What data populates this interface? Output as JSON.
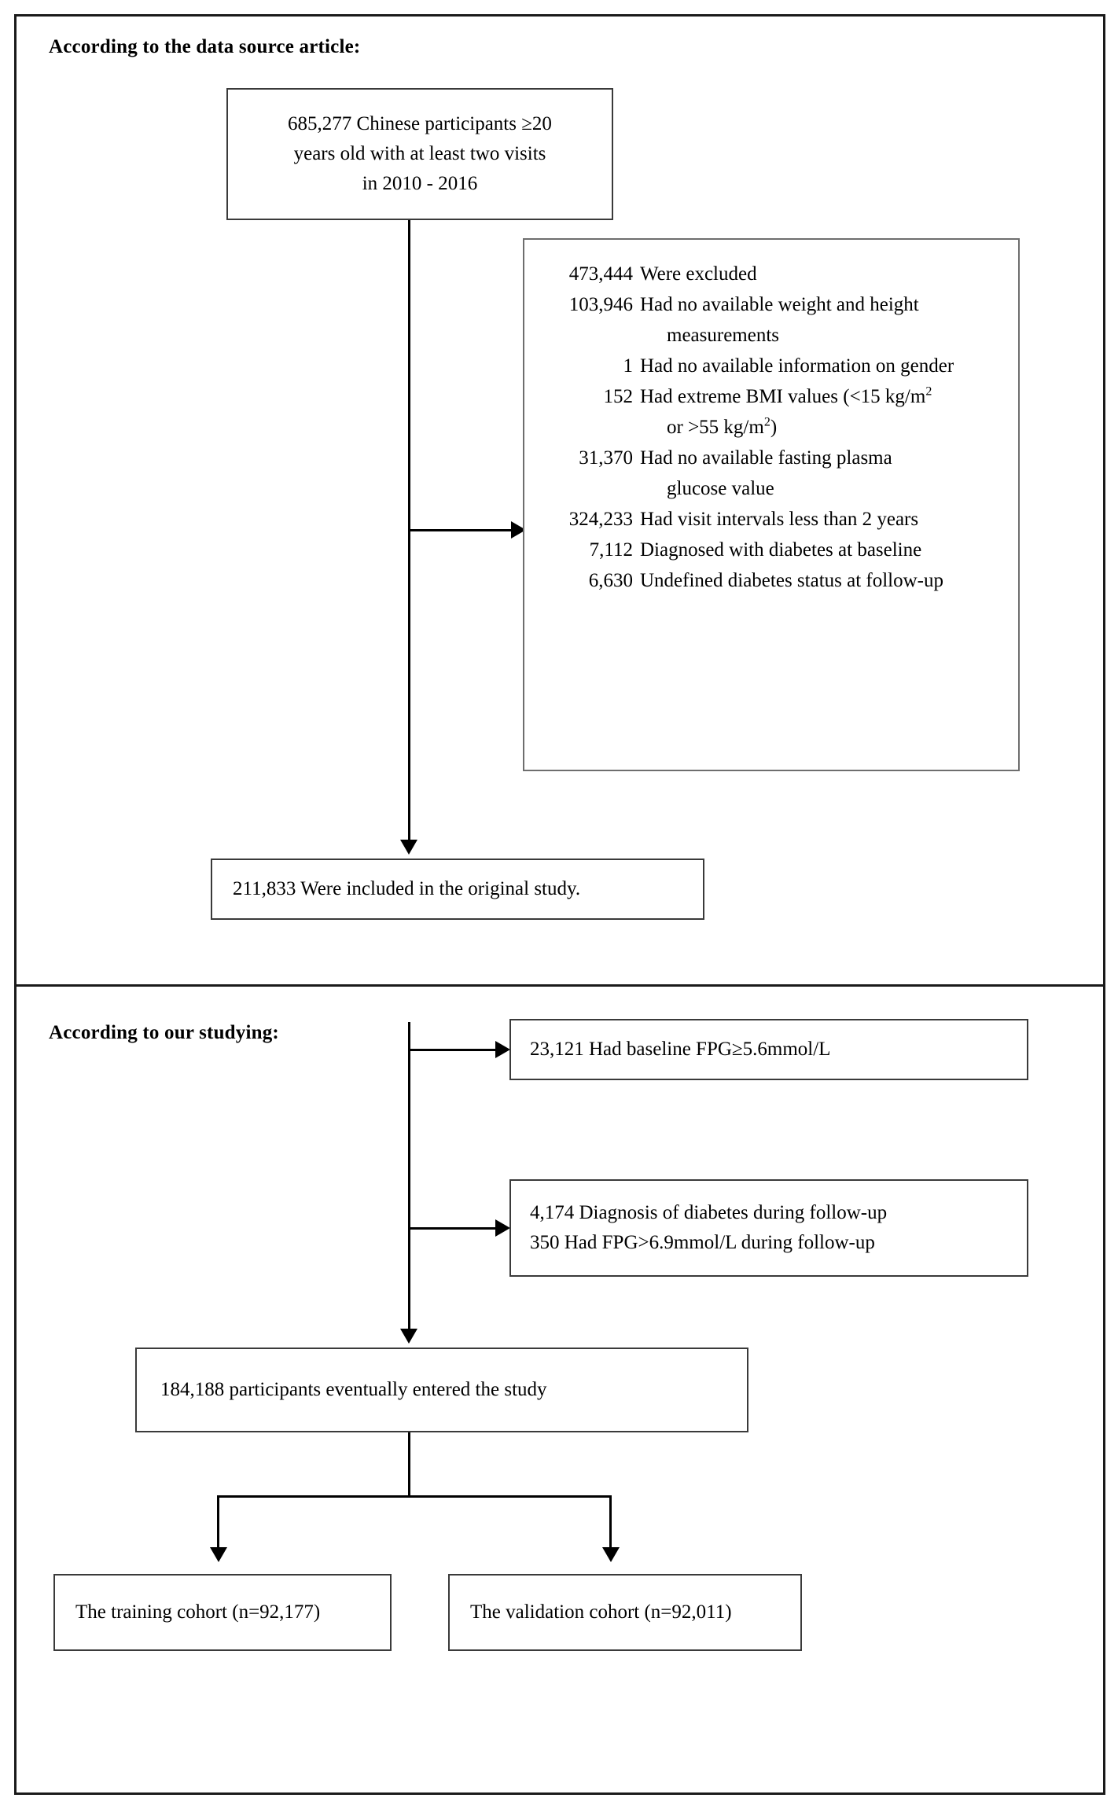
{
  "diagram": {
    "type": "flowchart",
    "title": "Participant selection flow diagram",
    "sections": [
      {
        "id": "source",
        "heading": "According to the data source article:"
      },
      {
        "id": "study",
        "heading": "According to our studying:"
      }
    ]
  },
  "boxes": {
    "source_population": {
      "lines": [
        "685,277 Chinese participants ≥20",
        "years old with at least two visits",
        "in 2010 - 2016"
      ]
    },
    "included_original": {
      "lines": [
        "211,833 Were included in the original study."
      ]
    },
    "baseline_fpg_excluded": {
      "lines": [
        "23,121 Had baseline FPG≥5.6mmol/L"
      ]
    },
    "followup_excluded": {
      "lines": [
        "4,174 Diagnosis of diabetes during follow-up",
        "350 Had FPG>6.9mmol/L during follow-up"
      ]
    },
    "final_cohort": {
      "lines": [
        "184,188 participants eventually entered the study"
      ]
    },
    "training_cohort": {
      "lines": [
        "The training cohort (n=92,177)"
      ]
    },
    "validation_cohort": {
      "lines": [
        "The validation cohort (n=92,011)"
      ]
    }
  },
  "exclusions": {
    "rows": [
      {
        "count": "473,444",
        "text": "Were excluded",
        "cont": false
      },
      {
        "count": "103,946",
        "text": "Had no available weight and height",
        "cont": false
      },
      {
        "count": "",
        "text": "measurements",
        "cont": true
      },
      {
        "count": "1",
        "text": "Had no available information on gender",
        "cont": false
      },
      {
        "count": "152",
        "text": "Had extreme BMI values (<15 kg/m",
        "sup": "2",
        "tail": "",
        "cont": false
      },
      {
        "count": "",
        "text": "or >55 kg/m",
        "sup": "2",
        "tail": ")",
        "cont": true
      },
      {
        "count": "31,370",
        "text": "Had no available fasting plasma",
        "cont": false
      },
      {
        "count": "",
        "text": "glucose value",
        "cont": true
      },
      {
        "count": "324,233",
        "text": "Had visit intervals less than 2 years",
        "cont": false
      },
      {
        "count": "7,112",
        "text": "Diagnosed with diabetes at baseline",
        "cont": false
      },
      {
        "count": "6,630",
        "text": "Undefined diabetes status at follow-up",
        "cont": false
      }
    ]
  },
  "colors": {
    "background": "#ffffff",
    "text": "#000000",
    "box_border": "#3a3a3a",
    "list_border": "#6e6e6e",
    "connector": "#000000"
  }
}
